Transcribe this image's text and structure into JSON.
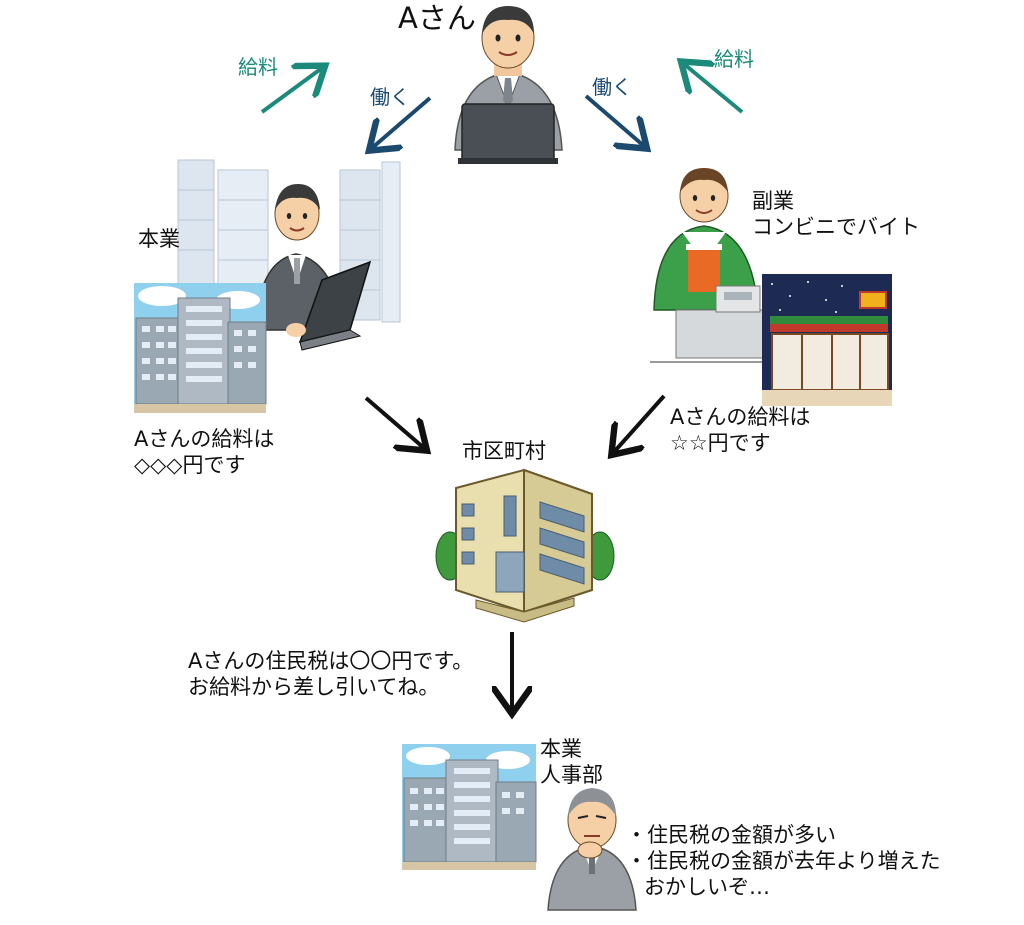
{
  "person_a": {
    "name": "Aさん"
  },
  "arrows": {
    "salary_left": "給料",
    "salary_right": "給料",
    "work_left": "働く",
    "work_right": "働く"
  },
  "main_job": {
    "title": "本業",
    "message": [
      "Aさんの給料は",
      "◇◇◇円です"
    ]
  },
  "side_job": {
    "title_lines": [
      "副業",
      "コンビニでバイト"
    ],
    "message": [
      "Aさんの給料は",
      "☆☆円です"
    ]
  },
  "municipality": {
    "title": "市区町村",
    "message": [
      "Aさんの住民税は〇〇円です。",
      "お給料から差し引いてね。"
    ]
  },
  "hr": {
    "title_lines": [
      "本業",
      "人事部"
    ],
    "thoughts": [
      "・住民税の金額が多い",
      "・住民税の金額が去年より増えた",
      "おかしいぞ…"
    ]
  },
  "colors": {
    "salary_arrow": "#1c8a7a",
    "work_arrow": "#1c4a6e",
    "flow_arrow": "#111111",
    "sky": "#8fd0ee",
    "building": "#9aa8b4"
  }
}
